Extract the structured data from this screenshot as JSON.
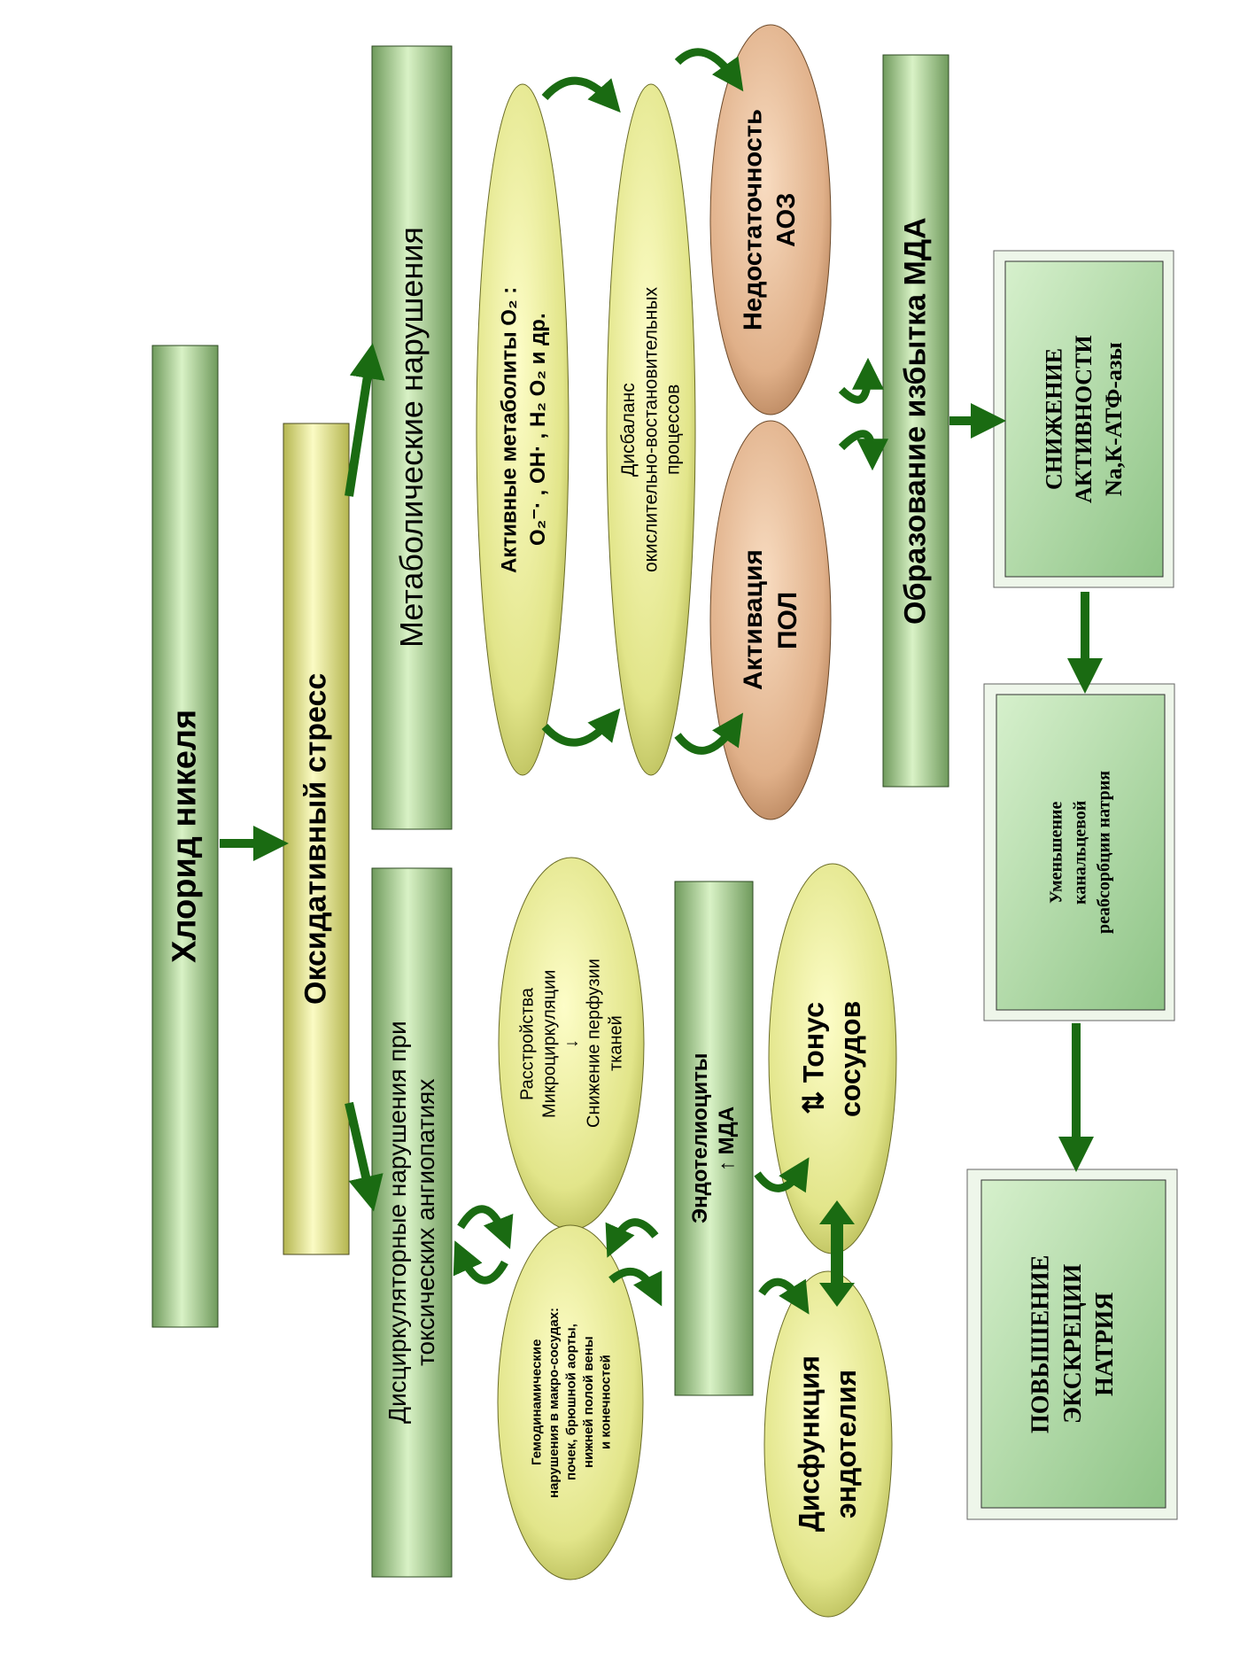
{
  "title_bar": "Хлорид никеля",
  "stress_bar": "Оксидативный стресс",
  "metabolic_bar": "Метаболические нарушения",
  "circulatory_bar": [
    "Дисциркуляторные нарушения при",
    "токсических ангиопатиях"
  ],
  "ellipse_metabolites": [
    "Активные метаболиты O₂ :",
    "O₂⁻· , OH· , H₂ O₂  и др."
  ],
  "ellipse_imbalance": [
    "Дисбаланс",
    "окислительно-востановительных",
    "процессов"
  ],
  "ellipse_aoz": [
    "Недостаточность",
    "АОЗ"
  ],
  "ellipse_pol": [
    "Активация",
    "ПОЛ"
  ],
  "mda_bar": "Образование избытка МДА",
  "box_atpase": [
    "СНИЖЕНИЕ",
    "АКТИВНОСТИ",
    "Na,К-АТФ-азы"
  ],
  "box_reabsorption": [
    "Уменьшение",
    "канальцевой",
    "реабсорбции натрия"
  ],
  "box_excretion": [
    "ПОВЫШЕНИЕ",
    "ЭКСКРЕЦИИ",
    "НАТРИЯ"
  ],
  "ellipse_micro": [
    "Расстройства",
    "Микроциркуляции",
    "↓",
    "Снижение перфузии",
    "тканей"
  ],
  "ellipse_hemo": [
    "Гемодинамические",
    "нарушения в макро-сосудах:",
    "почек, брюшной аорты,",
    "нижней полой вены",
    "и конечностей"
  ],
  "endothelium_bar": [
    "Эндотелиоциты",
    "↑ МДА"
  ],
  "ellipse_tonus": [
    "⇅ Тонус",
    "сосудов"
  ],
  "ellipse_dysfunction": [
    "Дисфункция",
    "эндотелия"
  ],
  "colors": {
    "green_bar": "#a9d88f",
    "yellow_bar": "#e6e78e",
    "yellow_ellipse": "#e2e58a",
    "orange_ellipse": "#e0b089",
    "box_fill": "#a3d299",
    "arrow": "#1a6b12"
  }
}
